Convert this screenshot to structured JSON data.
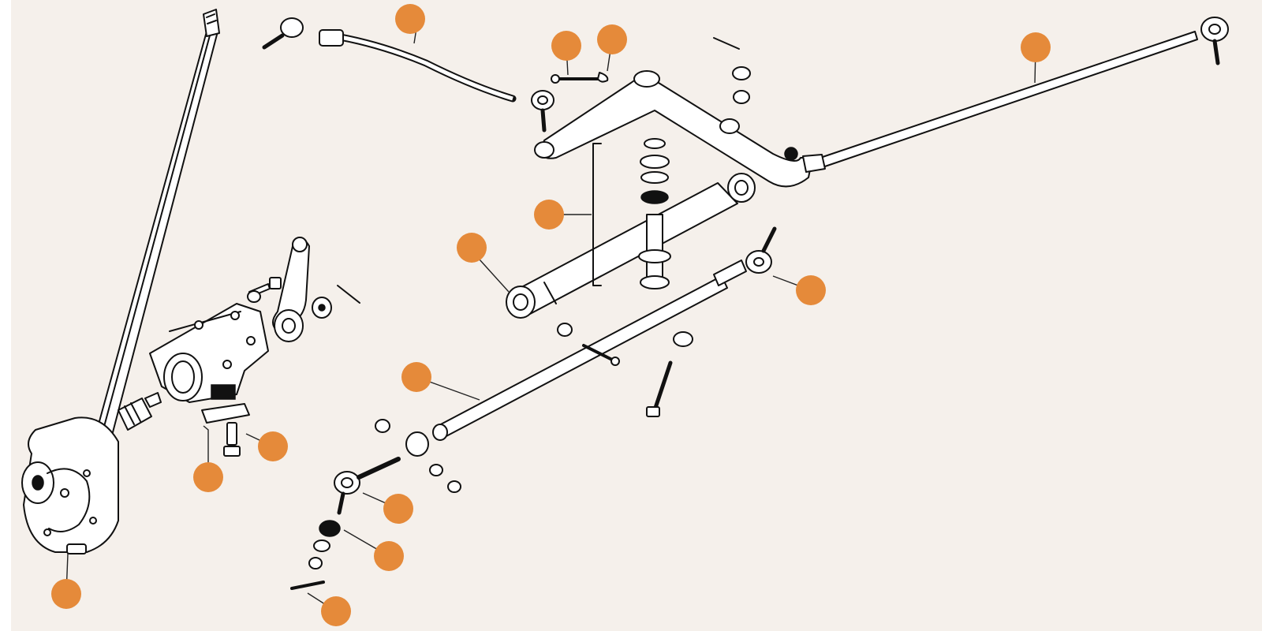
{
  "diagram": {
    "background_color": "#f5f0eb",
    "marker_color": "#e58a3a",
    "line_color": "#111111",
    "hotspots": [
      {
        "id": "tie-rod-left",
        "label": ""
      },
      {
        "id": "split-pin-top",
        "label": ""
      },
      {
        "id": "washer-top",
        "label": ""
      },
      {
        "id": "tie-rod-right",
        "label": ""
      },
      {
        "id": "idler-mounting-kit",
        "label": ""
      },
      {
        "id": "steering-damper",
        "label": ""
      },
      {
        "id": "ball-joint-right",
        "label": ""
      },
      {
        "id": "centre-track-rod",
        "label": ""
      },
      {
        "id": "clamp-bolt",
        "label": ""
      },
      {
        "id": "shim-plate",
        "label": ""
      },
      {
        "id": "ball-joint-left",
        "label": ""
      },
      {
        "id": "rubber-gaiter",
        "label": ""
      },
      {
        "id": "steering-box",
        "label": ""
      },
      {
        "id": "split-pin-bottom",
        "label": ""
      }
    ]
  }
}
